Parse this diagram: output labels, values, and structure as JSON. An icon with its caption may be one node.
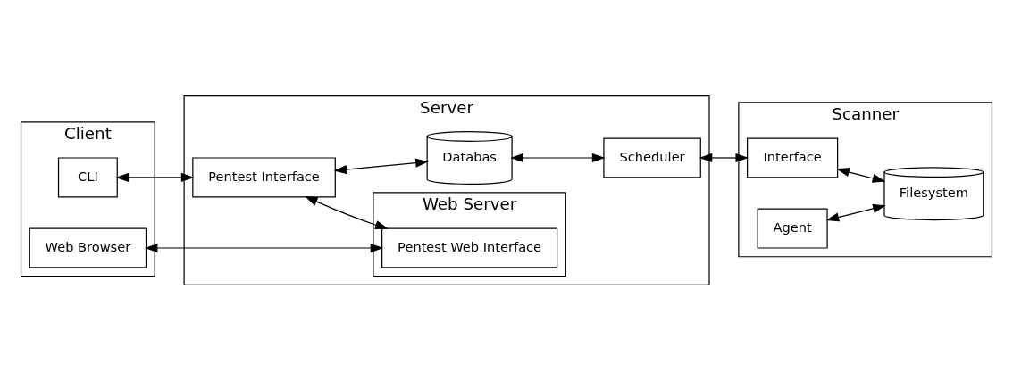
{
  "diagram": {
    "nodes": [
      {
        "text": [
          "Client"
        ]
      },
      {
        "text": [
          "CLI"
        ],
        "in": 0
      },
      {
        "text": [
          "Web Browser"
        ],
        "in": 0
      },
      {
        "text": [
          "Server"
        ]
      },
      {
        "text": [
          "Pentest Interface"
        ],
        "in": 3
      },
      {
        "text": [
          "Databas"
        ],
        "in": 3
      },
      {
        "text": [
          "Scheduler"
        ],
        "in": 3
      },
      {
        "text": [
          "Web Server"
        ],
        "in": 3
      },
      {
        "text": [
          "Pentest Web Interface"
        ],
        "in": 7
      },
      {
        "text": [
          "Scanner"
        ]
      },
      {
        "text": [
          "Interface"
        ],
        "in": 9
      },
      {
        "text": [
          "Agent"
        ],
        "in": 9
      },
      {
        "text": [
          "Filesystem"
        ],
        "in": 9
      }
    ],
    "edges": [
      {
        "from": 1,
        "to": 4,
        "arrow": "both"
      },
      {
        "from": 4,
        "to": 5,
        "arrow": "both"
      },
      {
        "from": 5,
        "to": 6,
        "arrow": "both"
      },
      {
        "from": 4,
        "to": 8,
        "arrow": "both"
      },
      {
        "from": 2,
        "to": 8,
        "arrow": "both"
      },
      {
        "from": 6,
        "to": 10,
        "arrow": "both"
      },
      {
        "from": 10,
        "to": 12,
        "arrow": "both"
      },
      {
        "from": 11,
        "to": 12,
        "arrow": "both"
      }
    ]
  }
}
